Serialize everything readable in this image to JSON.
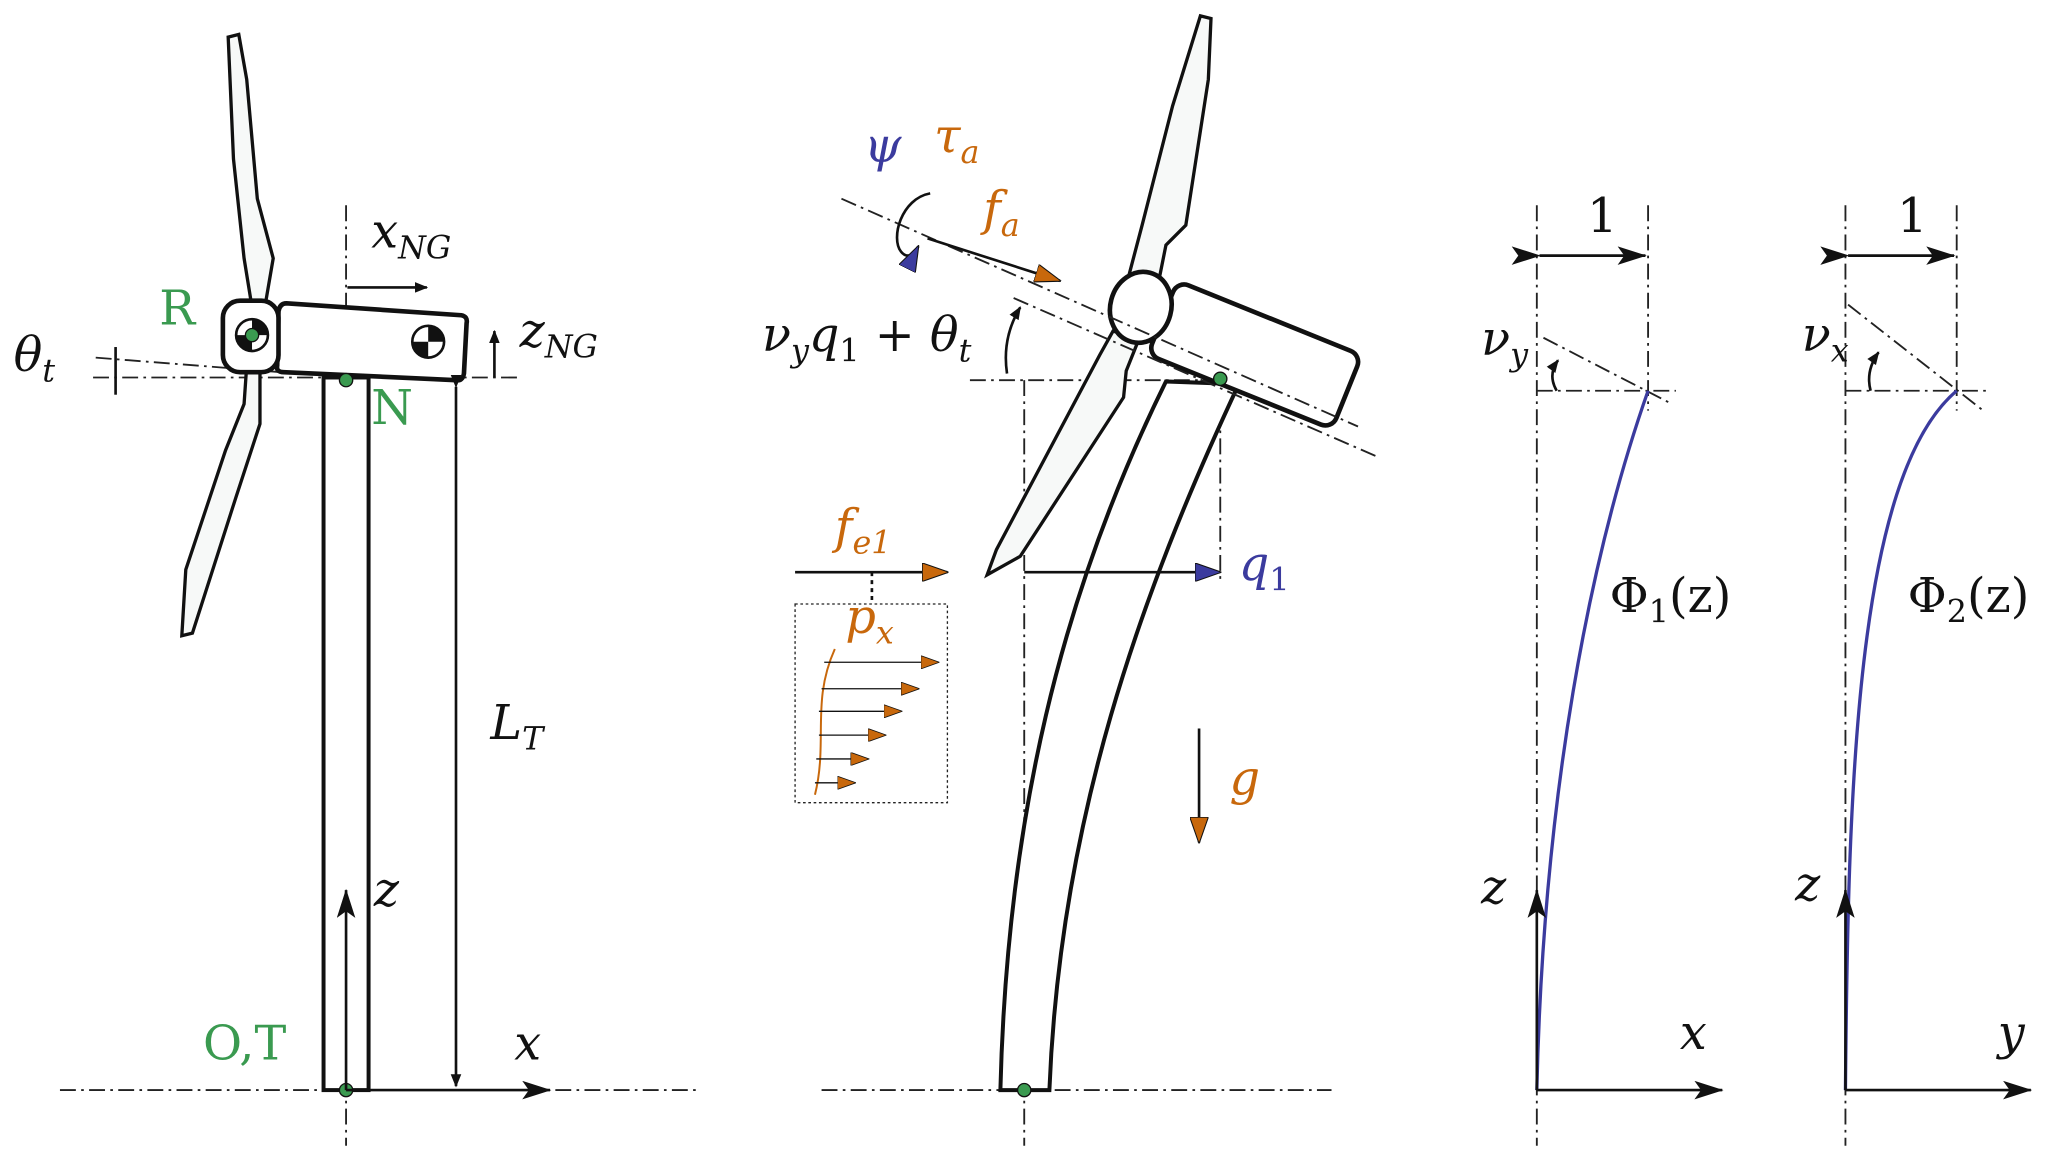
{
  "colors": {
    "orange": "#c8680c",
    "blue": "#3b3b9e",
    "green": "#3a9a50"
  },
  "left": {
    "label_R": "R",
    "label_N": "N",
    "label_OT": "O,T",
    "x_NG": {
      "base": "x",
      "sub": "NG"
    },
    "z_NG": {
      "base": "z",
      "sub": "NG"
    },
    "theta_t": {
      "base": "θ",
      "sub": "t"
    },
    "L_T": {
      "base": "L",
      "sub": "T"
    },
    "z": "z",
    "x": "x"
  },
  "middle": {
    "psi": "ψ",
    "tau_a": {
      "base": "τ",
      "sub": "a"
    },
    "f_a": {
      "base": "f",
      "sub": "a"
    },
    "tilt": {
      "nu": "ν",
      "nu_sub": "y",
      "q": "q",
      "q_sub": "1",
      "plus": " + θ",
      "theta_sub": "t"
    },
    "f_e1": {
      "base": "f",
      "sub": "e1"
    },
    "p_x": {
      "base": "p",
      "sub": "x"
    },
    "q1": {
      "base": "q",
      "sub": "1"
    },
    "g": "g"
  },
  "mode1": {
    "unit": "1",
    "slope": {
      "base": "ν",
      "sub": "y"
    },
    "phi": {
      "base": "Φ",
      "sub": "1",
      "arg": "(z)"
    },
    "z": "z",
    "axis": "x"
  },
  "mode2": {
    "unit": "1",
    "slope": {
      "base": "ν",
      "sub": "x"
    },
    "phi": {
      "base": "Φ",
      "sub": "2",
      "arg": "(z)"
    },
    "z": "z",
    "axis": "y"
  }
}
